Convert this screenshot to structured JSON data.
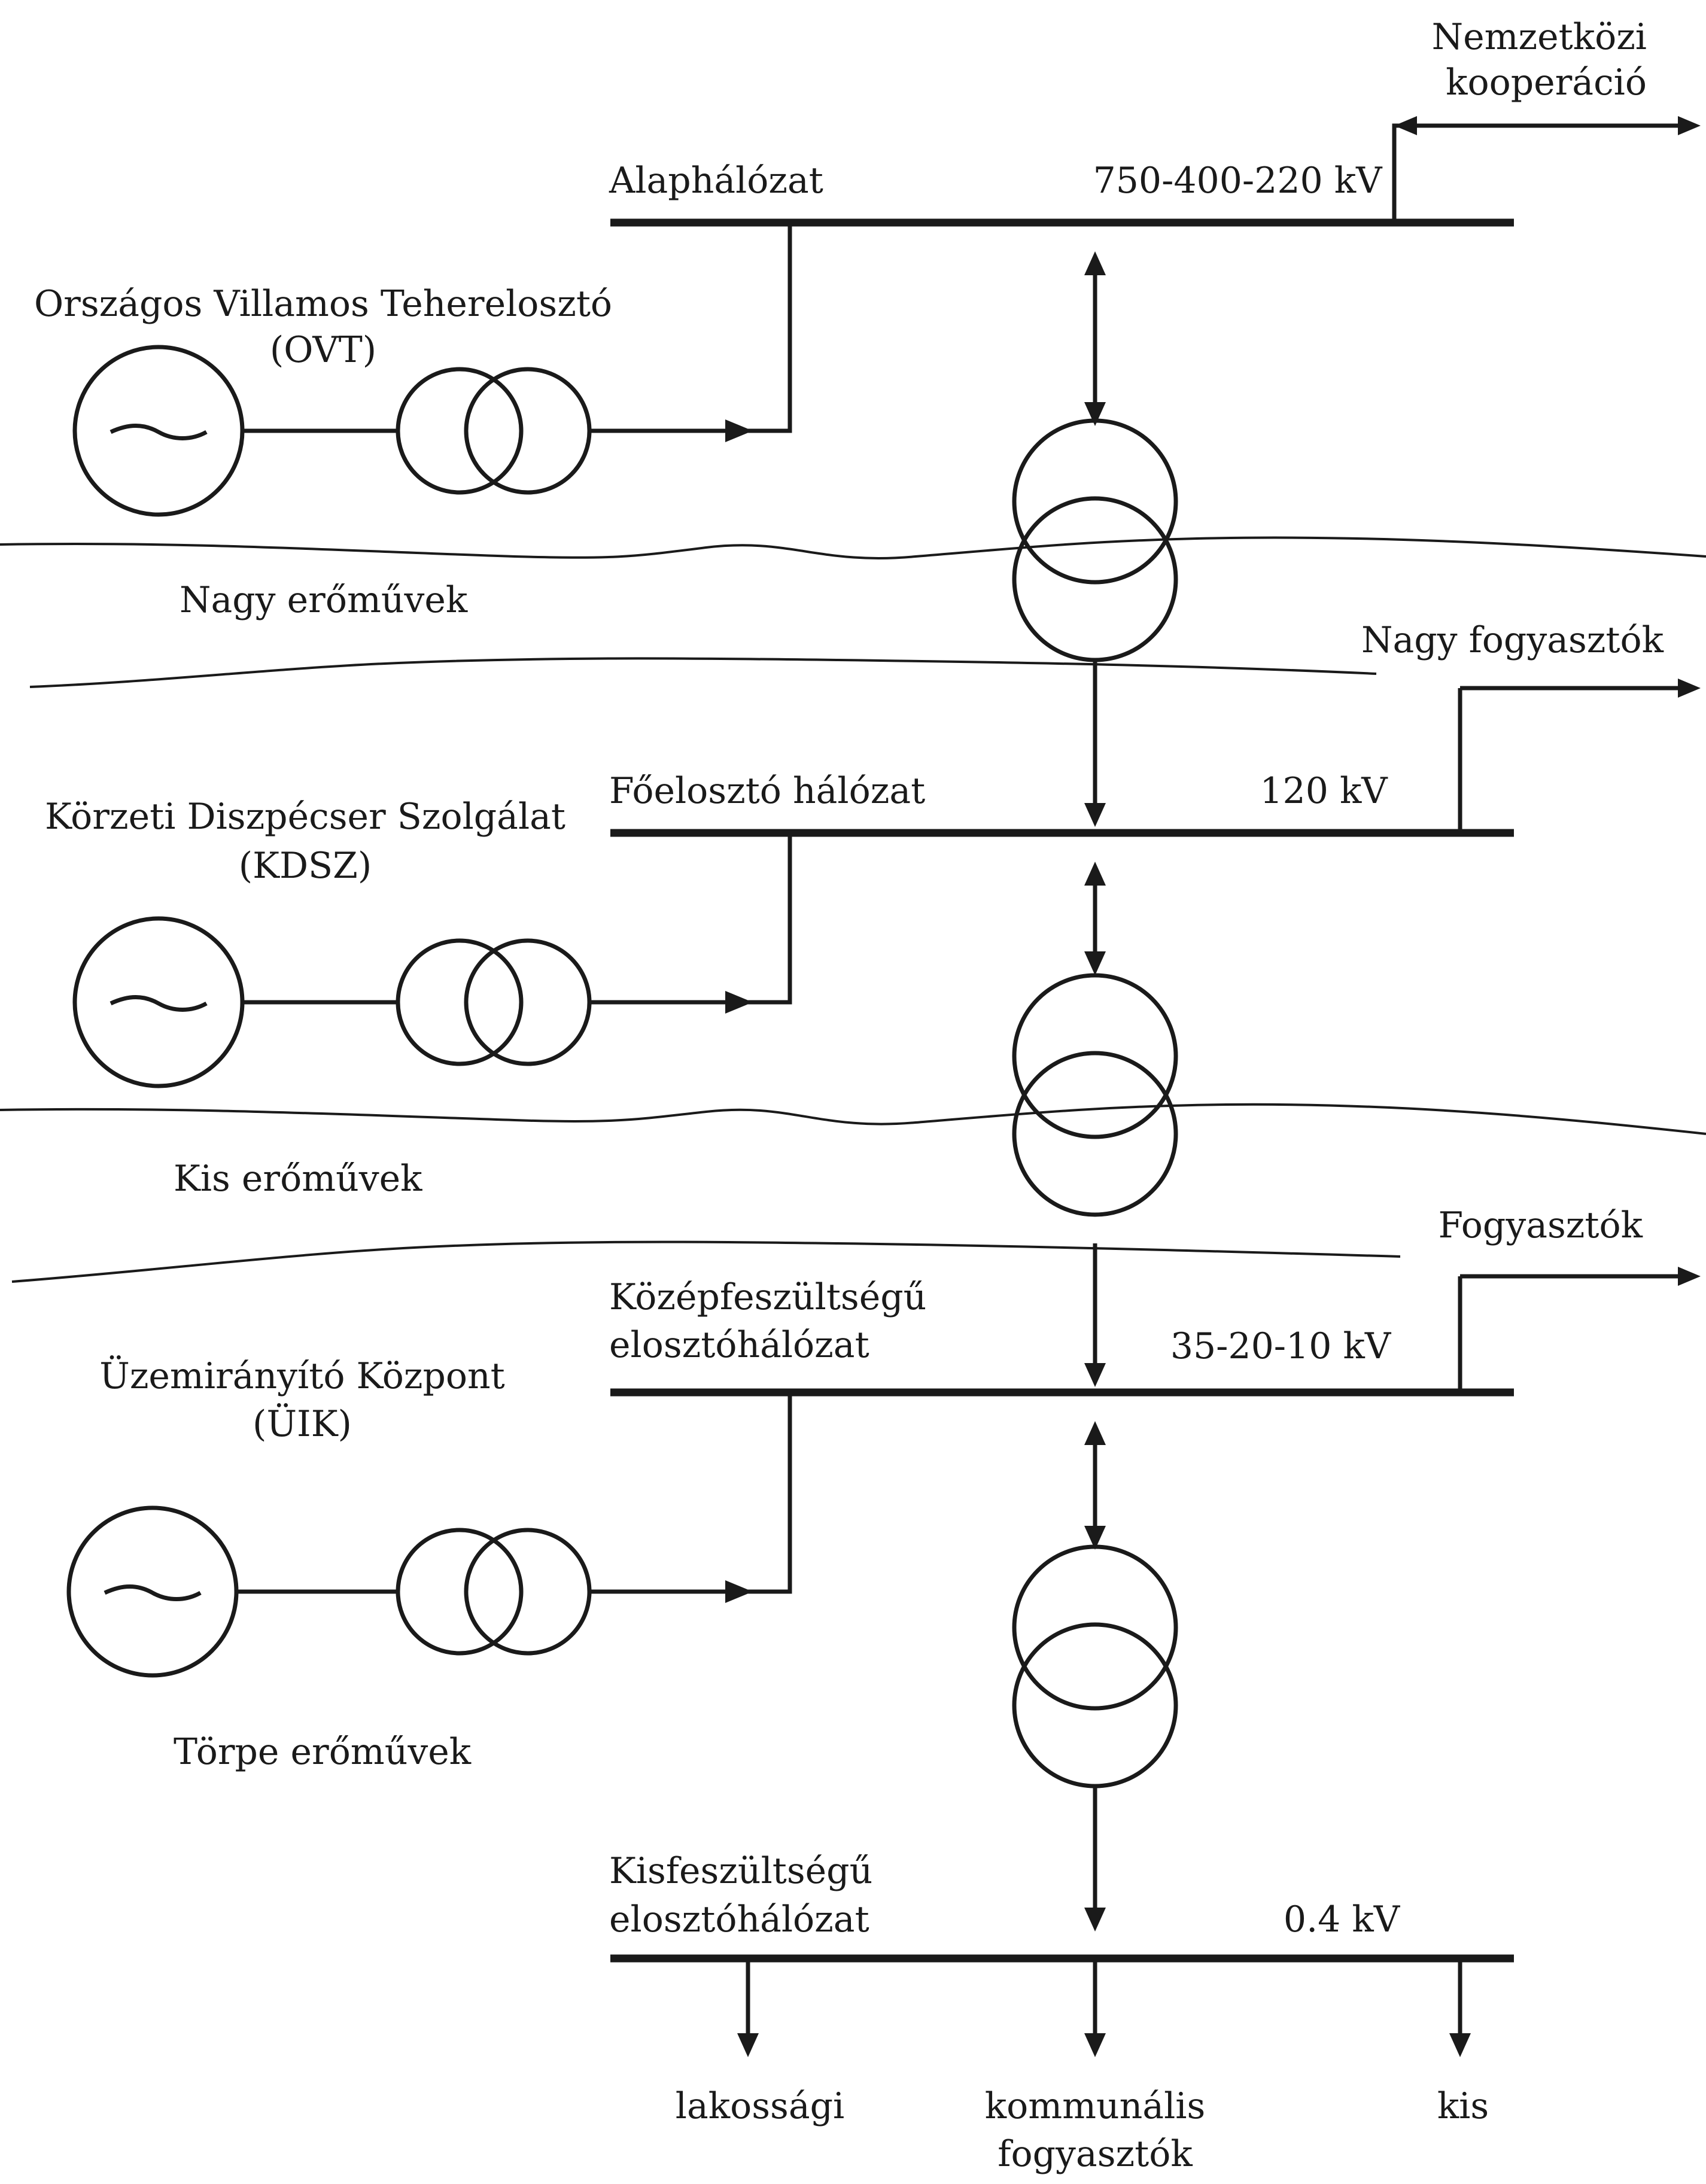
{
  "levels": [
    {
      "id": "alaphalozat",
      "network_label": "Alaphálózat",
      "voltage": "750-400-220 kV",
      "dispatcher_line1": "Országos Villamos Teherelosztó",
      "dispatcher_line2": "(OVT)",
      "generators": "Nagy erőművek",
      "external": "Nemzetközi kooperáció",
      "external_line1": "Nemzetközi",
      "external_line2": "kooperáció"
    },
    {
      "id": "foeloszto",
      "network_label": "Főelosztó hálózat",
      "voltage": "120 kV",
      "dispatcher_line1": "Körzeti Diszpécser Szolgálat",
      "dispatcher_line2": "(KDSZ)",
      "generators": "Kis erőművek",
      "consumers": "Nagy fogyasztók"
    },
    {
      "id": "kozepfeszultsegu",
      "network_label_line1": "Középfeszültségű",
      "network_label_line2": "elosztóhálózat",
      "voltage": "35-20-10 kV",
      "dispatcher_line1": "Üzemirányító Központ",
      "dispatcher_line2": "(ÜIK)",
      "generators": "Törpe erőművek",
      "consumers": "Fogyasztók"
    },
    {
      "id": "kisfeszultsegu",
      "network_label_line1": "Kisfeszültségű",
      "network_label_line2": "elosztóhálózat",
      "voltage": "0.4 kV"
    }
  ],
  "consumer_labels": {
    "lakossagi": "lakossági",
    "kommunalis": "kommunális",
    "kis": "kis",
    "fogyasztok": "fogyasztók"
  },
  "icons": {
    "generator": "generator-circle-with-sine-icon",
    "transformer": "two-overlapping-circles-transformer-icon",
    "arrow": "arrowhead-icon"
  },
  "colors": {
    "ink": "#1a1a1a",
    "background": "#ffffff"
  }
}
